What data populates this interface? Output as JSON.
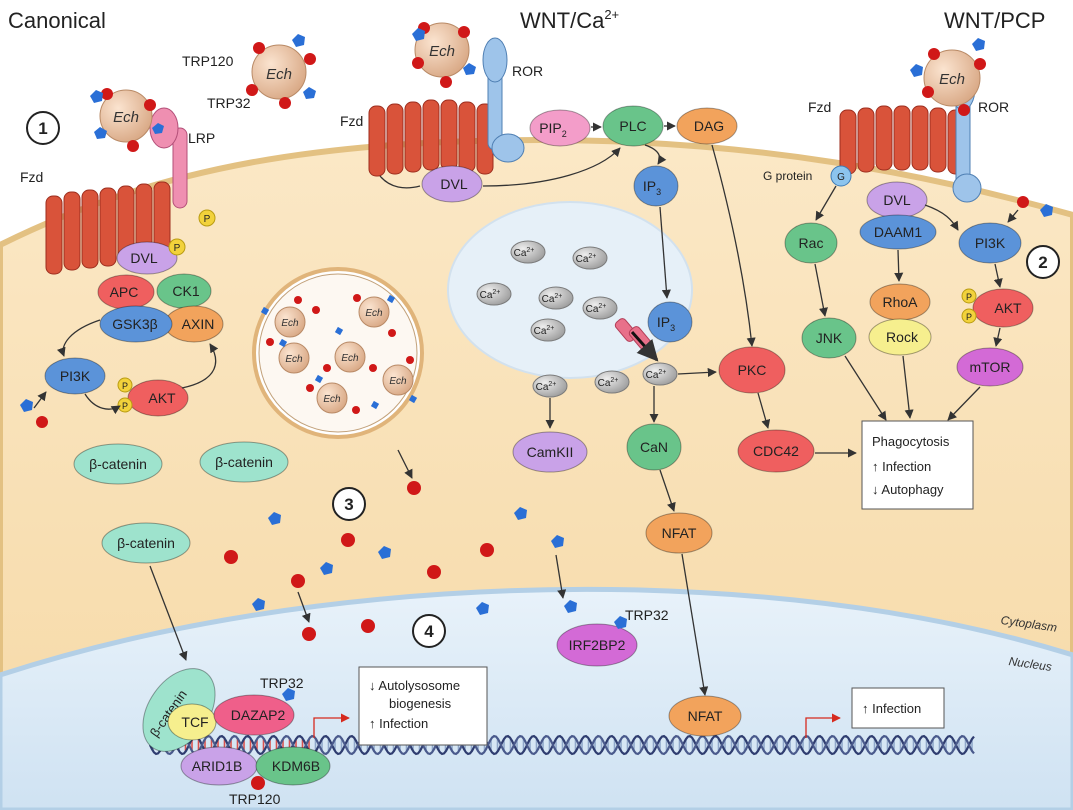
{
  "titles": {
    "canonical": "Canonical",
    "wnt_ca": "WNT/Ca",
    "wnt_ca_sup": "2+",
    "wnt_pcp": "WNT/PCP"
  },
  "numbers": [
    "1",
    "2",
    "3",
    "4"
  ],
  "region_labels": {
    "cytoplasm": "Cytoplasm",
    "nucleus": "Nucleus"
  },
  "receptors": {
    "fzd": "Fzd",
    "lrp": "LRP",
    "ror": "ROR",
    "ech": "Ech",
    "g_protein": "G protein",
    "g": "G",
    "p": "P"
  },
  "effectors": {
    "trp120": "TRP120",
    "trp32": "TRP32"
  },
  "canonical": {
    "dvl": "DVL",
    "apc": "APC",
    "ck1": "CK1",
    "gsk3b": "GSK3β",
    "axin": "AXIN",
    "pi3k": "PI3K",
    "akt": "AKT",
    "beta_catenin": "β-catenin"
  },
  "calcium": {
    "pip": "PIP",
    "pip_sub": "2",
    "plc": "PLC",
    "dag": "DAG",
    "dvl": "DVL",
    "ip": "IP",
    "ip_sub": "3",
    "ca": "Ca",
    "ca_sup": "2+",
    "camkii": "CamKII",
    "can": "CaN",
    "pkc": "PKC",
    "cdc42": "CDC42",
    "nfat": "NFAT"
  },
  "pcp": {
    "dvl": "DVL",
    "daam1": "DAAM1",
    "rac": "Rac",
    "pi3k": "PI3K",
    "rhoa": "RhoA",
    "rock": "Rock",
    "jnk": "JNK",
    "akt": "AKT",
    "mtor": "mTOR"
  },
  "outcome_box": {
    "line1": "Phagocytosis",
    "line2": "↑ Infection",
    "line3": "↓ Autophagy"
  },
  "nucleus": {
    "beta_catenin": "β-catenin",
    "tcf": "TCF",
    "dazap2": "DAZAP2",
    "arid1b": "ARID1B",
    "kdm6b": "KDM6B",
    "irf2bp2": "IRF2BP2",
    "nfat": "NFAT",
    "box_left_line1": "↓ Autolysosome",
    "box_left_line2": "biogenesis",
    "box_left_line3": "↑ Infection",
    "box_right": "↑ Infection"
  },
  "colors": {
    "cell": "#f9e2b8",
    "cell_edge": "#e6c68a",
    "nucleus": "#dcebf6",
    "nucleus_edge": "#a9c7e0",
    "receptor": "#d9533a",
    "ech": "#ecc6a4",
    "trp120": "#d01818",
    "trp32": "#2a6fd6",
    "purple": "#c9a2e8",
    "blue": "#5b93d9",
    "red": "#ef5f5f",
    "green": "#69c48a",
    "orange": "#f2a35c",
    "pink": "#f39dc9",
    "teal": "#9ee3cd",
    "yellow": "#f6ef8e",
    "magenta": "#d36ad6",
    "phospho": "#f2d23b",
    "ca_ion": "#b3b3b3"
  }
}
